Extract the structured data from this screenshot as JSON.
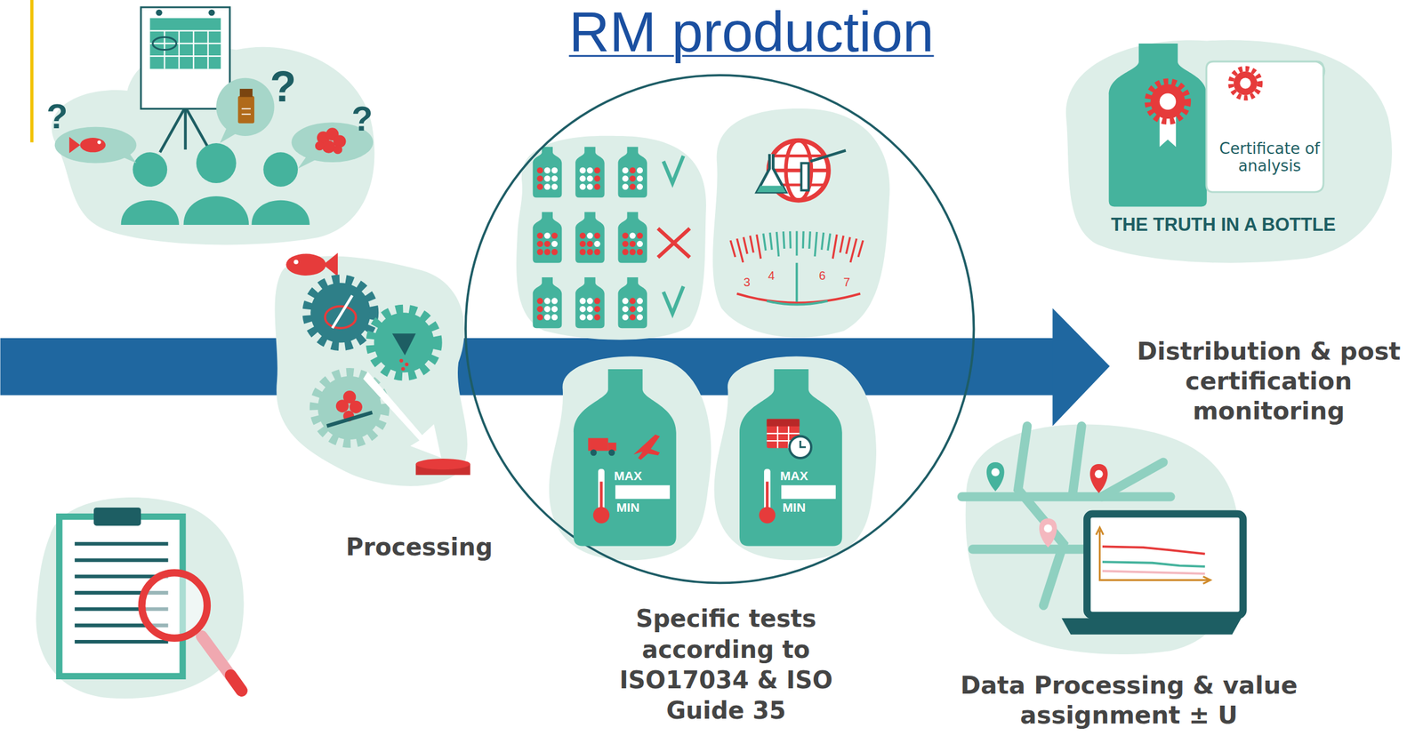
{
  "diagram": {
    "title": "RM production",
    "nodes": [
      {
        "text": [
          "Specific tests according to ISO17034 & ISO Guide 35"
        ]
      },
      {
        "text": [
          "MAX",
          "MIN"
        ],
        "in": 0
      },
      {
        "text": [
          "MAX",
          "MIN"
        ],
        "in": 0
      },
      {
        "text": [
          "Certificate of analysis"
        ]
      }
    ],
    "labels": [
      "?",
      "?",
      "?",
      "Processing",
      "3",
      "4",
      "6",
      "7",
      "THE TRUTH IN A BOTTLE",
      "Distribution & post certification monitoring",
      "Data Processing & value assignment ± U"
    ]
  }
}
